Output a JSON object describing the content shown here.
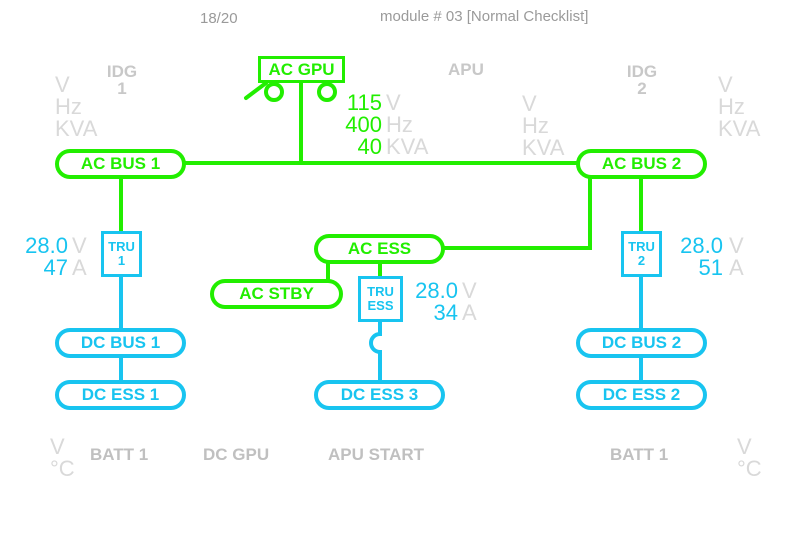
{
  "header": {
    "page": "18/20",
    "module": "module # 03 [Normal Checklist]"
  },
  "sources": {
    "idg1": {
      "line1": "IDG",
      "line2": "1"
    },
    "apu": "APU",
    "idg2": {
      "line1": "IDG",
      "line2": "2"
    },
    "ac_gpu": "AC GPU"
  },
  "units": {
    "v": "V",
    "hz": "Hz",
    "kva": "KVA",
    "a": "A",
    "degc": "°C"
  },
  "gpu_readings": {
    "v": "115",
    "hz": "400",
    "kva": "40"
  },
  "buses": {
    "ac_bus_1": "AC BUS 1",
    "ac_bus_2": "AC BUS 2",
    "ac_ess": "AC ESS",
    "ac_stby": "AC STBY",
    "dc_bus_1": "DC BUS 1",
    "dc_bus_2": "DC BUS 2",
    "dc_ess_1": "DC ESS 1",
    "dc_ess_2": "DC ESS 2",
    "dc_ess_3": "DC ESS 3"
  },
  "trus": {
    "tru1": {
      "line1": "TRU",
      "line2": "1",
      "v": "28.0",
      "a": "47"
    },
    "tru2": {
      "line1": "TRU",
      "line2": "2",
      "v": "28.0",
      "a": "51"
    },
    "tru_ess": {
      "line1": "TRU",
      "line2": "ESS",
      "v": "28.0",
      "a": "34"
    }
  },
  "bottom": {
    "batt1": "BATT 1",
    "dc_gpu": "DC GPU",
    "apu_start": "APU START",
    "batt2": "BATT 1"
  },
  "colors": {
    "ac_powered": "#22ee00",
    "dc_powered": "#18c4f0",
    "inactive": "#c8c8c8"
  }
}
